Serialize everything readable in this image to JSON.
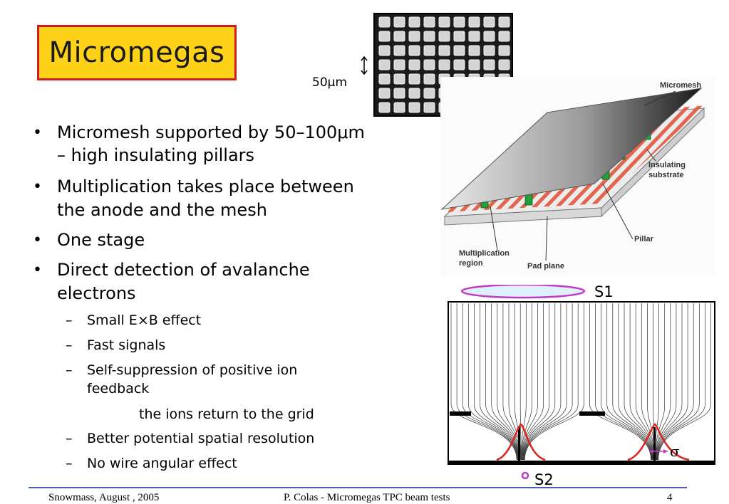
{
  "title": "Micromegas",
  "mesh_scale_label": "50μm",
  "bullets": [
    {
      "text": "Micromesh supported by 50–100μm"
    },
    {
      "text": "– high insulating pillars"
    },
    {
      "text": "Multiplication takes place between"
    },
    {
      "text": "the anode and the mesh"
    },
    {
      "text": "One stage"
    },
    {
      "text": "Direct detection of avalanche"
    },
    {
      "text": "electrons"
    }
  ],
  "bullet_marker": "•",
  "dash_marker": "–",
  "subitems": [
    "Small E×B effect",
    "Fast signals",
    "Self-suppression of positive ion",
    "feedback",
    "the ions return to the grid",
    "Better potential spatial resolution",
    "No wire angular effect"
  ],
  "diagram_labels": {
    "micromesh": "Micromesh",
    "insulating": "Insulating",
    "substrate": "substrate",
    "pillar": "Pillar",
    "multiplication": "Multiplication",
    "region": "region",
    "pad_plane": "Pad plane"
  },
  "field_labels": {
    "s1": "S1",
    "s2": "S2",
    "sigma": "σ"
  },
  "footer": {
    "left": "Snowmass,  August , 2005",
    "center": "P. Colas  -  Micromegas TPC beam tests",
    "page": "4"
  },
  "colors": {
    "title_bg": "#ffd21a",
    "title_border": "#d01e1e",
    "ellipse": "#c23cc2",
    "curve": "#e0201a",
    "footer_line": "#4b5bb8"
  }
}
